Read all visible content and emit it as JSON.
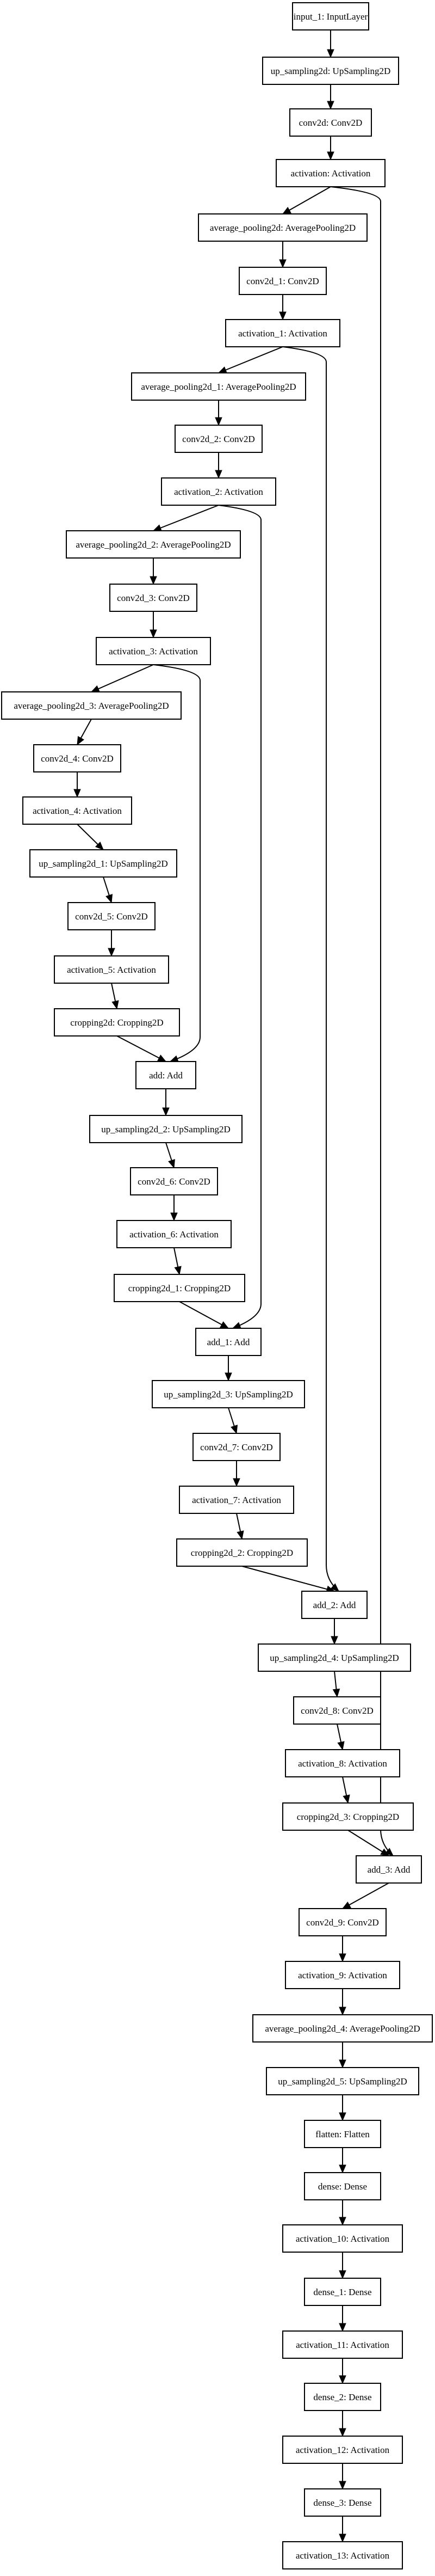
{
  "diagram": {
    "type": "keras-model-graph",
    "nodes": [
      {
        "id": "input_1",
        "label": "input_1: InputLayer"
      },
      {
        "id": "up_sampling2d",
        "label": "up_sampling2d: UpSampling2D"
      },
      {
        "id": "conv2d",
        "label": "conv2d: Conv2D"
      },
      {
        "id": "activation",
        "label": "activation: Activation"
      },
      {
        "id": "average_pooling2d",
        "label": "average_pooling2d: AveragePooling2D"
      },
      {
        "id": "conv2d_1",
        "label": "conv2d_1: Conv2D"
      },
      {
        "id": "activation_1",
        "label": "activation_1: Activation"
      },
      {
        "id": "average_pooling2d_1",
        "label": "average_pooling2d_1: AveragePooling2D"
      },
      {
        "id": "conv2d_2",
        "label": "conv2d_2: Conv2D"
      },
      {
        "id": "activation_2",
        "label": "activation_2: Activation"
      },
      {
        "id": "average_pooling2d_2",
        "label": "average_pooling2d_2: AveragePooling2D"
      },
      {
        "id": "conv2d_3",
        "label": "conv2d_3: Conv2D"
      },
      {
        "id": "activation_3",
        "label": "activation_3: Activation"
      },
      {
        "id": "average_pooling2d_3",
        "label": "average_pooling2d_3: AveragePooling2D"
      },
      {
        "id": "conv2d_4",
        "label": "conv2d_4: Conv2D"
      },
      {
        "id": "activation_4",
        "label": "activation_4: Activation"
      },
      {
        "id": "up_sampling2d_1",
        "label": "up_sampling2d_1: UpSampling2D"
      },
      {
        "id": "conv2d_5",
        "label": "conv2d_5: Conv2D"
      },
      {
        "id": "activation_5",
        "label": "activation_5: Activation"
      },
      {
        "id": "cropping2d",
        "label": "cropping2d: Cropping2D"
      },
      {
        "id": "add",
        "label": "add: Add"
      },
      {
        "id": "up_sampling2d_2",
        "label": "up_sampling2d_2: UpSampling2D"
      },
      {
        "id": "conv2d_6",
        "label": "conv2d_6: Conv2D"
      },
      {
        "id": "activation_6",
        "label": "activation_6: Activation"
      },
      {
        "id": "cropping2d_1",
        "label": "cropping2d_1: Cropping2D"
      },
      {
        "id": "add_1",
        "label": "add_1: Add"
      },
      {
        "id": "up_sampling2d_3",
        "label": "up_sampling2d_3: UpSampling2D"
      },
      {
        "id": "conv2d_7",
        "label": "conv2d_7: Conv2D"
      },
      {
        "id": "activation_7",
        "label": "activation_7: Activation"
      },
      {
        "id": "cropping2d_2",
        "label": "cropping2d_2: Cropping2D"
      },
      {
        "id": "add_2",
        "label": "add_2: Add"
      },
      {
        "id": "up_sampling2d_4",
        "label": "up_sampling2d_4: UpSampling2D"
      },
      {
        "id": "conv2d_8",
        "label": "conv2d_8: Conv2D"
      },
      {
        "id": "activation_8",
        "label": "activation_8: Activation"
      },
      {
        "id": "cropping2d_3",
        "label": "cropping2d_3: Cropping2D"
      },
      {
        "id": "add_3",
        "label": "add_3: Add"
      },
      {
        "id": "conv2d_9",
        "label": "conv2d_9: Conv2D"
      },
      {
        "id": "activation_9",
        "label": "activation_9: Activation"
      },
      {
        "id": "average_pooling2d_4",
        "label": "average_pooling2d_4: AveragePooling2D"
      },
      {
        "id": "up_sampling2d_5",
        "label": "up_sampling2d_5: UpSampling2D"
      },
      {
        "id": "flatten",
        "label": "flatten: Flatten"
      },
      {
        "id": "dense",
        "label": "dense: Dense"
      },
      {
        "id": "activation_10",
        "label": "activation_10: Activation"
      },
      {
        "id": "dense_1",
        "label": "dense_1: Dense"
      },
      {
        "id": "activation_11",
        "label": "activation_11: Activation"
      },
      {
        "id": "dense_2",
        "label": "dense_2: Dense"
      },
      {
        "id": "activation_12",
        "label": "activation_12: Activation"
      },
      {
        "id": "dense_3",
        "label": "dense_3: Dense"
      },
      {
        "id": "activation_13",
        "label": "activation_13: Activation"
      }
    ],
    "edges": [
      [
        "input_1",
        "up_sampling2d"
      ],
      [
        "up_sampling2d",
        "conv2d"
      ],
      [
        "conv2d",
        "activation"
      ],
      [
        "activation",
        "average_pooling2d"
      ],
      [
        "activation",
        "add_3"
      ],
      [
        "average_pooling2d",
        "conv2d_1"
      ],
      [
        "conv2d_1",
        "activation_1"
      ],
      [
        "activation_1",
        "average_pooling2d_1"
      ],
      [
        "activation_1",
        "add_2"
      ],
      [
        "average_pooling2d_1",
        "conv2d_2"
      ],
      [
        "conv2d_2",
        "activation_2"
      ],
      [
        "activation_2",
        "average_pooling2d_2"
      ],
      [
        "activation_2",
        "add_1"
      ],
      [
        "average_pooling2d_2",
        "conv2d_3"
      ],
      [
        "conv2d_3",
        "activation_3"
      ],
      [
        "activation_3",
        "average_pooling2d_3"
      ],
      [
        "activation_3",
        "add"
      ],
      [
        "average_pooling2d_3",
        "conv2d_4"
      ],
      [
        "conv2d_4",
        "activation_4"
      ],
      [
        "activation_4",
        "up_sampling2d_1"
      ],
      [
        "up_sampling2d_1",
        "conv2d_5"
      ],
      [
        "conv2d_5",
        "activation_5"
      ],
      [
        "activation_5",
        "cropping2d"
      ],
      [
        "cropping2d",
        "add"
      ],
      [
        "add",
        "up_sampling2d_2"
      ],
      [
        "up_sampling2d_2",
        "conv2d_6"
      ],
      [
        "conv2d_6",
        "activation_6"
      ],
      [
        "activation_6",
        "cropping2d_1"
      ],
      [
        "cropping2d_1",
        "add_1"
      ],
      [
        "add_1",
        "up_sampling2d_3"
      ],
      [
        "up_sampling2d_3",
        "conv2d_7"
      ],
      [
        "conv2d_7",
        "activation_7"
      ],
      [
        "activation_7",
        "cropping2d_2"
      ],
      [
        "cropping2d_2",
        "add_2"
      ],
      [
        "add_2",
        "up_sampling2d_4"
      ],
      [
        "up_sampling2d_4",
        "conv2d_8"
      ],
      [
        "conv2d_8",
        "activation_8"
      ],
      [
        "activation_8",
        "cropping2d_3"
      ],
      [
        "cropping2d_3",
        "add_3"
      ],
      [
        "add_3",
        "conv2d_9"
      ],
      [
        "conv2d_9",
        "activation_9"
      ],
      [
        "activation_9",
        "average_pooling2d_4"
      ],
      [
        "average_pooling2d_4",
        "up_sampling2d_5"
      ],
      [
        "up_sampling2d_5",
        "flatten"
      ],
      [
        "flatten",
        "dense"
      ],
      [
        "dense",
        "activation_10"
      ],
      [
        "activation_10",
        "dense_1"
      ],
      [
        "dense_1",
        "activation_11"
      ],
      [
        "activation_11",
        "dense_2"
      ],
      [
        "dense_2",
        "activation_12"
      ],
      [
        "activation_12",
        "dense_3"
      ],
      [
        "dense_3",
        "activation_13"
      ]
    ]
  }
}
